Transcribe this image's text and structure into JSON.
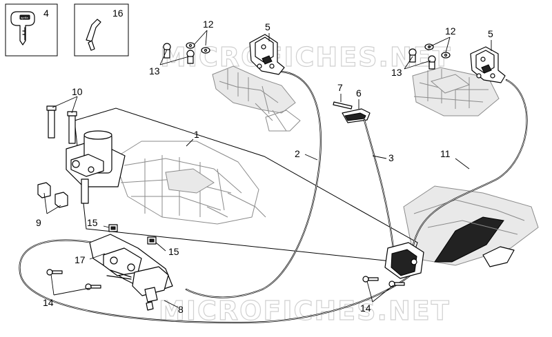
{
  "watermark": {
    "text": "MICROFICHES.NET",
    "color": "#cfcfcf"
  },
  "callouts": [
    {
      "id": "c4",
      "text": "4"
    },
    {
      "id": "c16",
      "text": "16"
    },
    {
      "id": "c12a",
      "text": "12"
    },
    {
      "id": "c13a",
      "text": "13"
    },
    {
      "id": "c5a",
      "text": "5"
    },
    {
      "id": "c12b",
      "text": "12"
    },
    {
      "id": "c13b",
      "text": "13"
    },
    {
      "id": "c5b",
      "text": "5"
    },
    {
      "id": "c10",
      "text": "10"
    },
    {
      "id": "c1",
      "text": "1"
    },
    {
      "id": "c7",
      "text": "7"
    },
    {
      "id": "c6",
      "text": "6"
    },
    {
      "id": "c2",
      "text": "2"
    },
    {
      "id": "c3",
      "text": "3"
    },
    {
      "id": "c11",
      "text": "11"
    },
    {
      "id": "c9",
      "text": "9"
    },
    {
      "id": "c15a",
      "text": "15"
    },
    {
      "id": "c15b",
      "text": "15"
    },
    {
      "id": "c17",
      "text": "17"
    },
    {
      "id": "c14a",
      "text": "14"
    },
    {
      "id": "c8",
      "text": "8"
    },
    {
      "id": "c14b",
      "text": "14"
    }
  ],
  "key_brand": "aprilia"
}
